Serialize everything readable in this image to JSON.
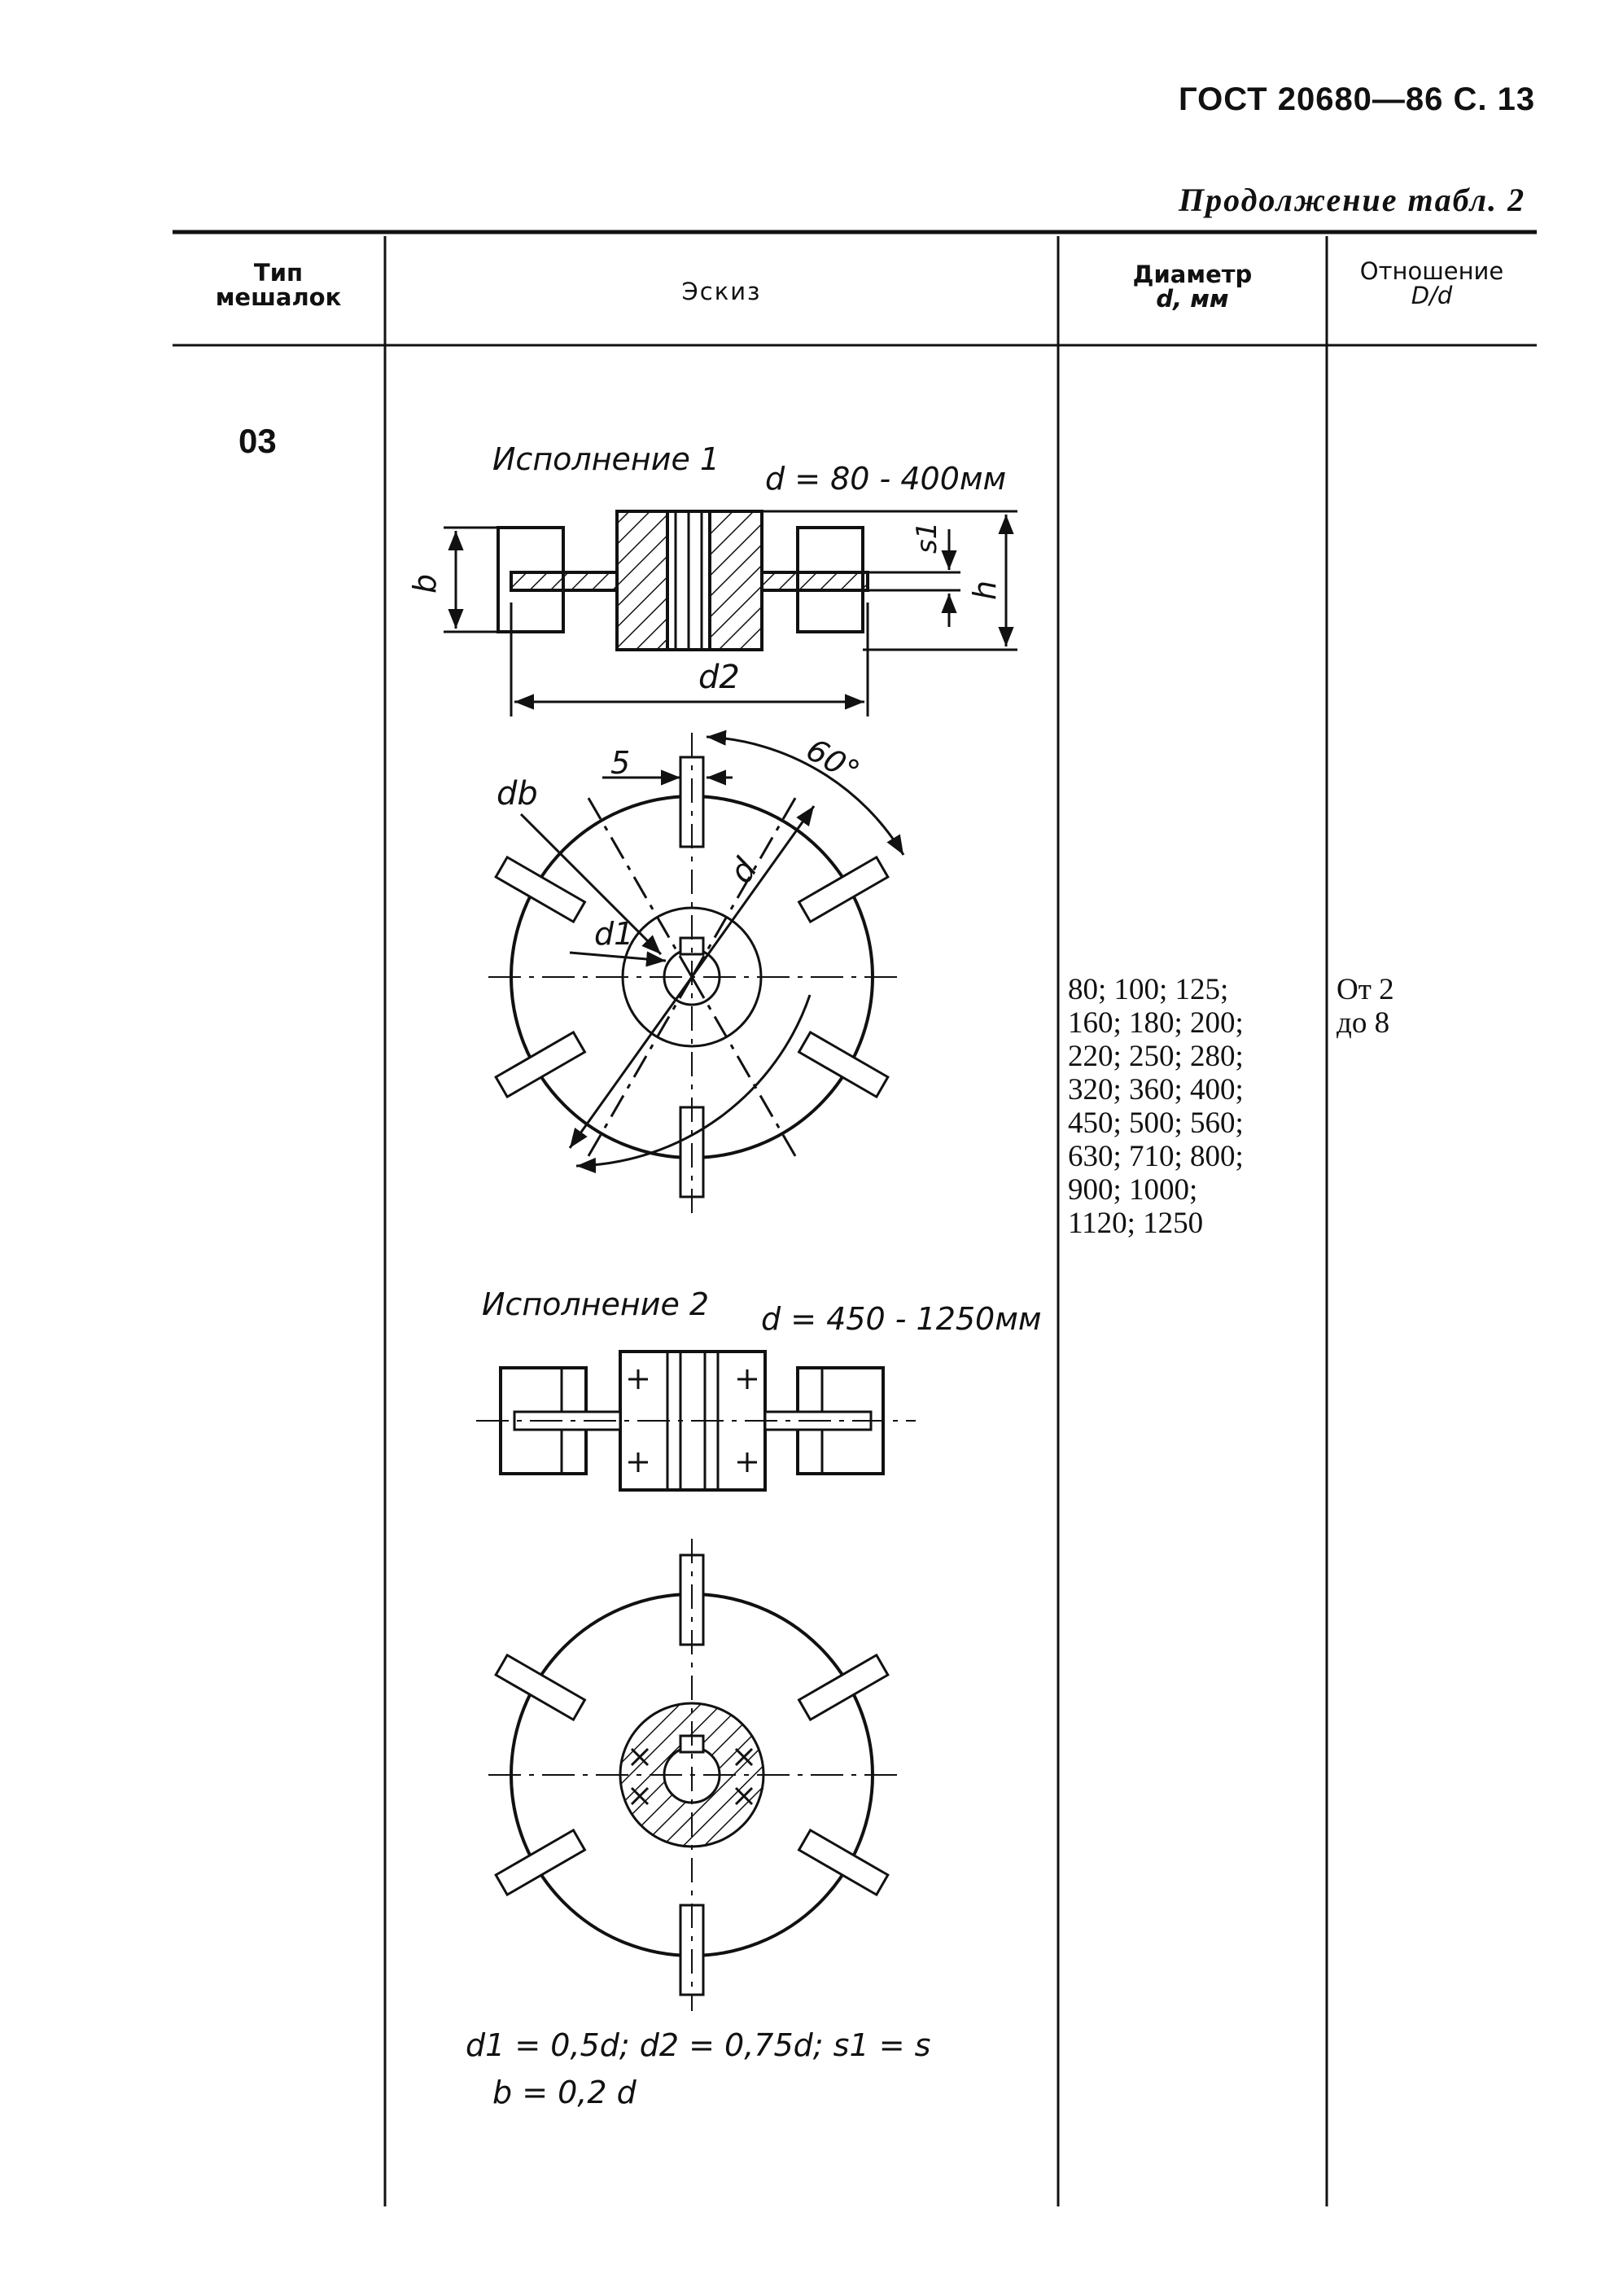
{
  "page_header": "ГОСТ 20680—86 С. 13",
  "continuation": "Продолжение табл. 2",
  "table": {
    "headers": {
      "type_line1": "Тип",
      "type_line2": "мешалок",
      "sketch": "Эскиз",
      "diameter_line1": "Диаметр",
      "diameter_line2": "d, мм",
      "ratio_line1": "Отношение",
      "ratio_line2": "D/d"
    },
    "row": {
      "type": "03",
      "diameters": [
        "80; 100; 125;",
        "160; 180; 200;",
        "220; 250; 280;",
        "320; 360; 400;",
        "450; 500; 560;",
        "630; 710; 800;",
        "900; 1000;",
        "1120; 1250"
      ],
      "ratio_line1": "От 2",
      "ratio_line2": "до 8"
    }
  },
  "sketch": {
    "version1_title": "Исполнение 1",
    "version1_range": "d = 80 - 400мм",
    "version2_title": "Исполнение 2",
    "version2_range": "d = 450 - 1250мм",
    "labels": {
      "b": "b",
      "s1": "s1",
      "h": "h",
      "d2": "d2",
      "five": "5",
      "angle": "60°",
      "db": "db",
      "d": "d",
      "d1": "d1"
    },
    "formula_line1": "d1 = 0,5d;  d2 = 0,75d;  s1 = s",
    "formula_line2": "b = 0,2 d"
  }
}
